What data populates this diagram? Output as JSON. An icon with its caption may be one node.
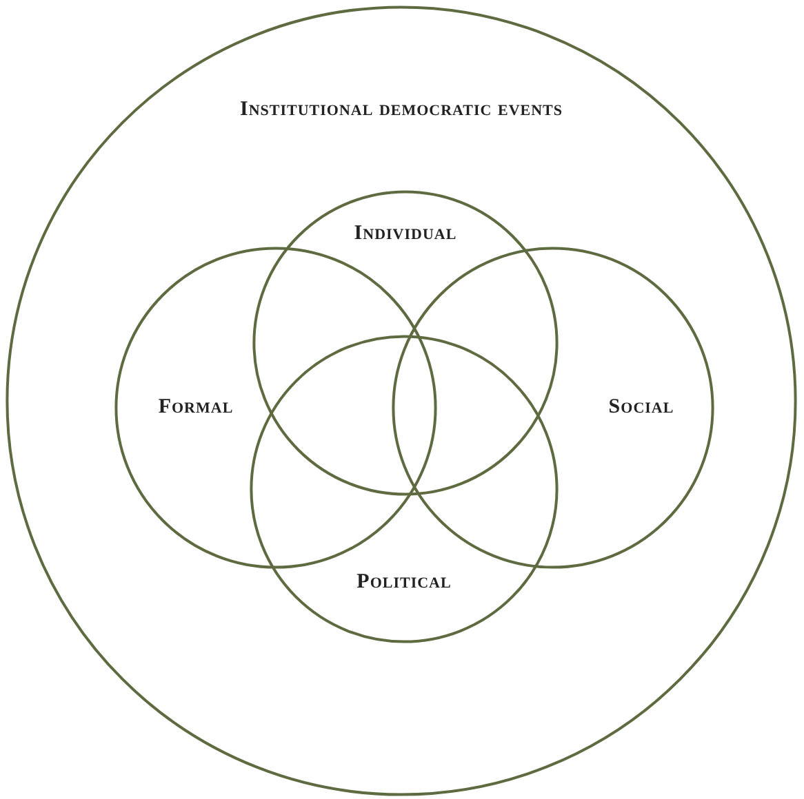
{
  "diagram": {
    "nodes": [
      {
        "text": [
          "Institutional democratic events"
        ]
      },
      {
        "text": [
          "Individual"
        ],
        "in": 0
      },
      {
        "text": [
          "Formal"
        ],
        "in": 0
      },
      {
        "text": [
          "Social"
        ],
        "in": 0
      },
      {
        "text": [
          "Political"
        ],
        "in": 0
      }
    ]
  }
}
